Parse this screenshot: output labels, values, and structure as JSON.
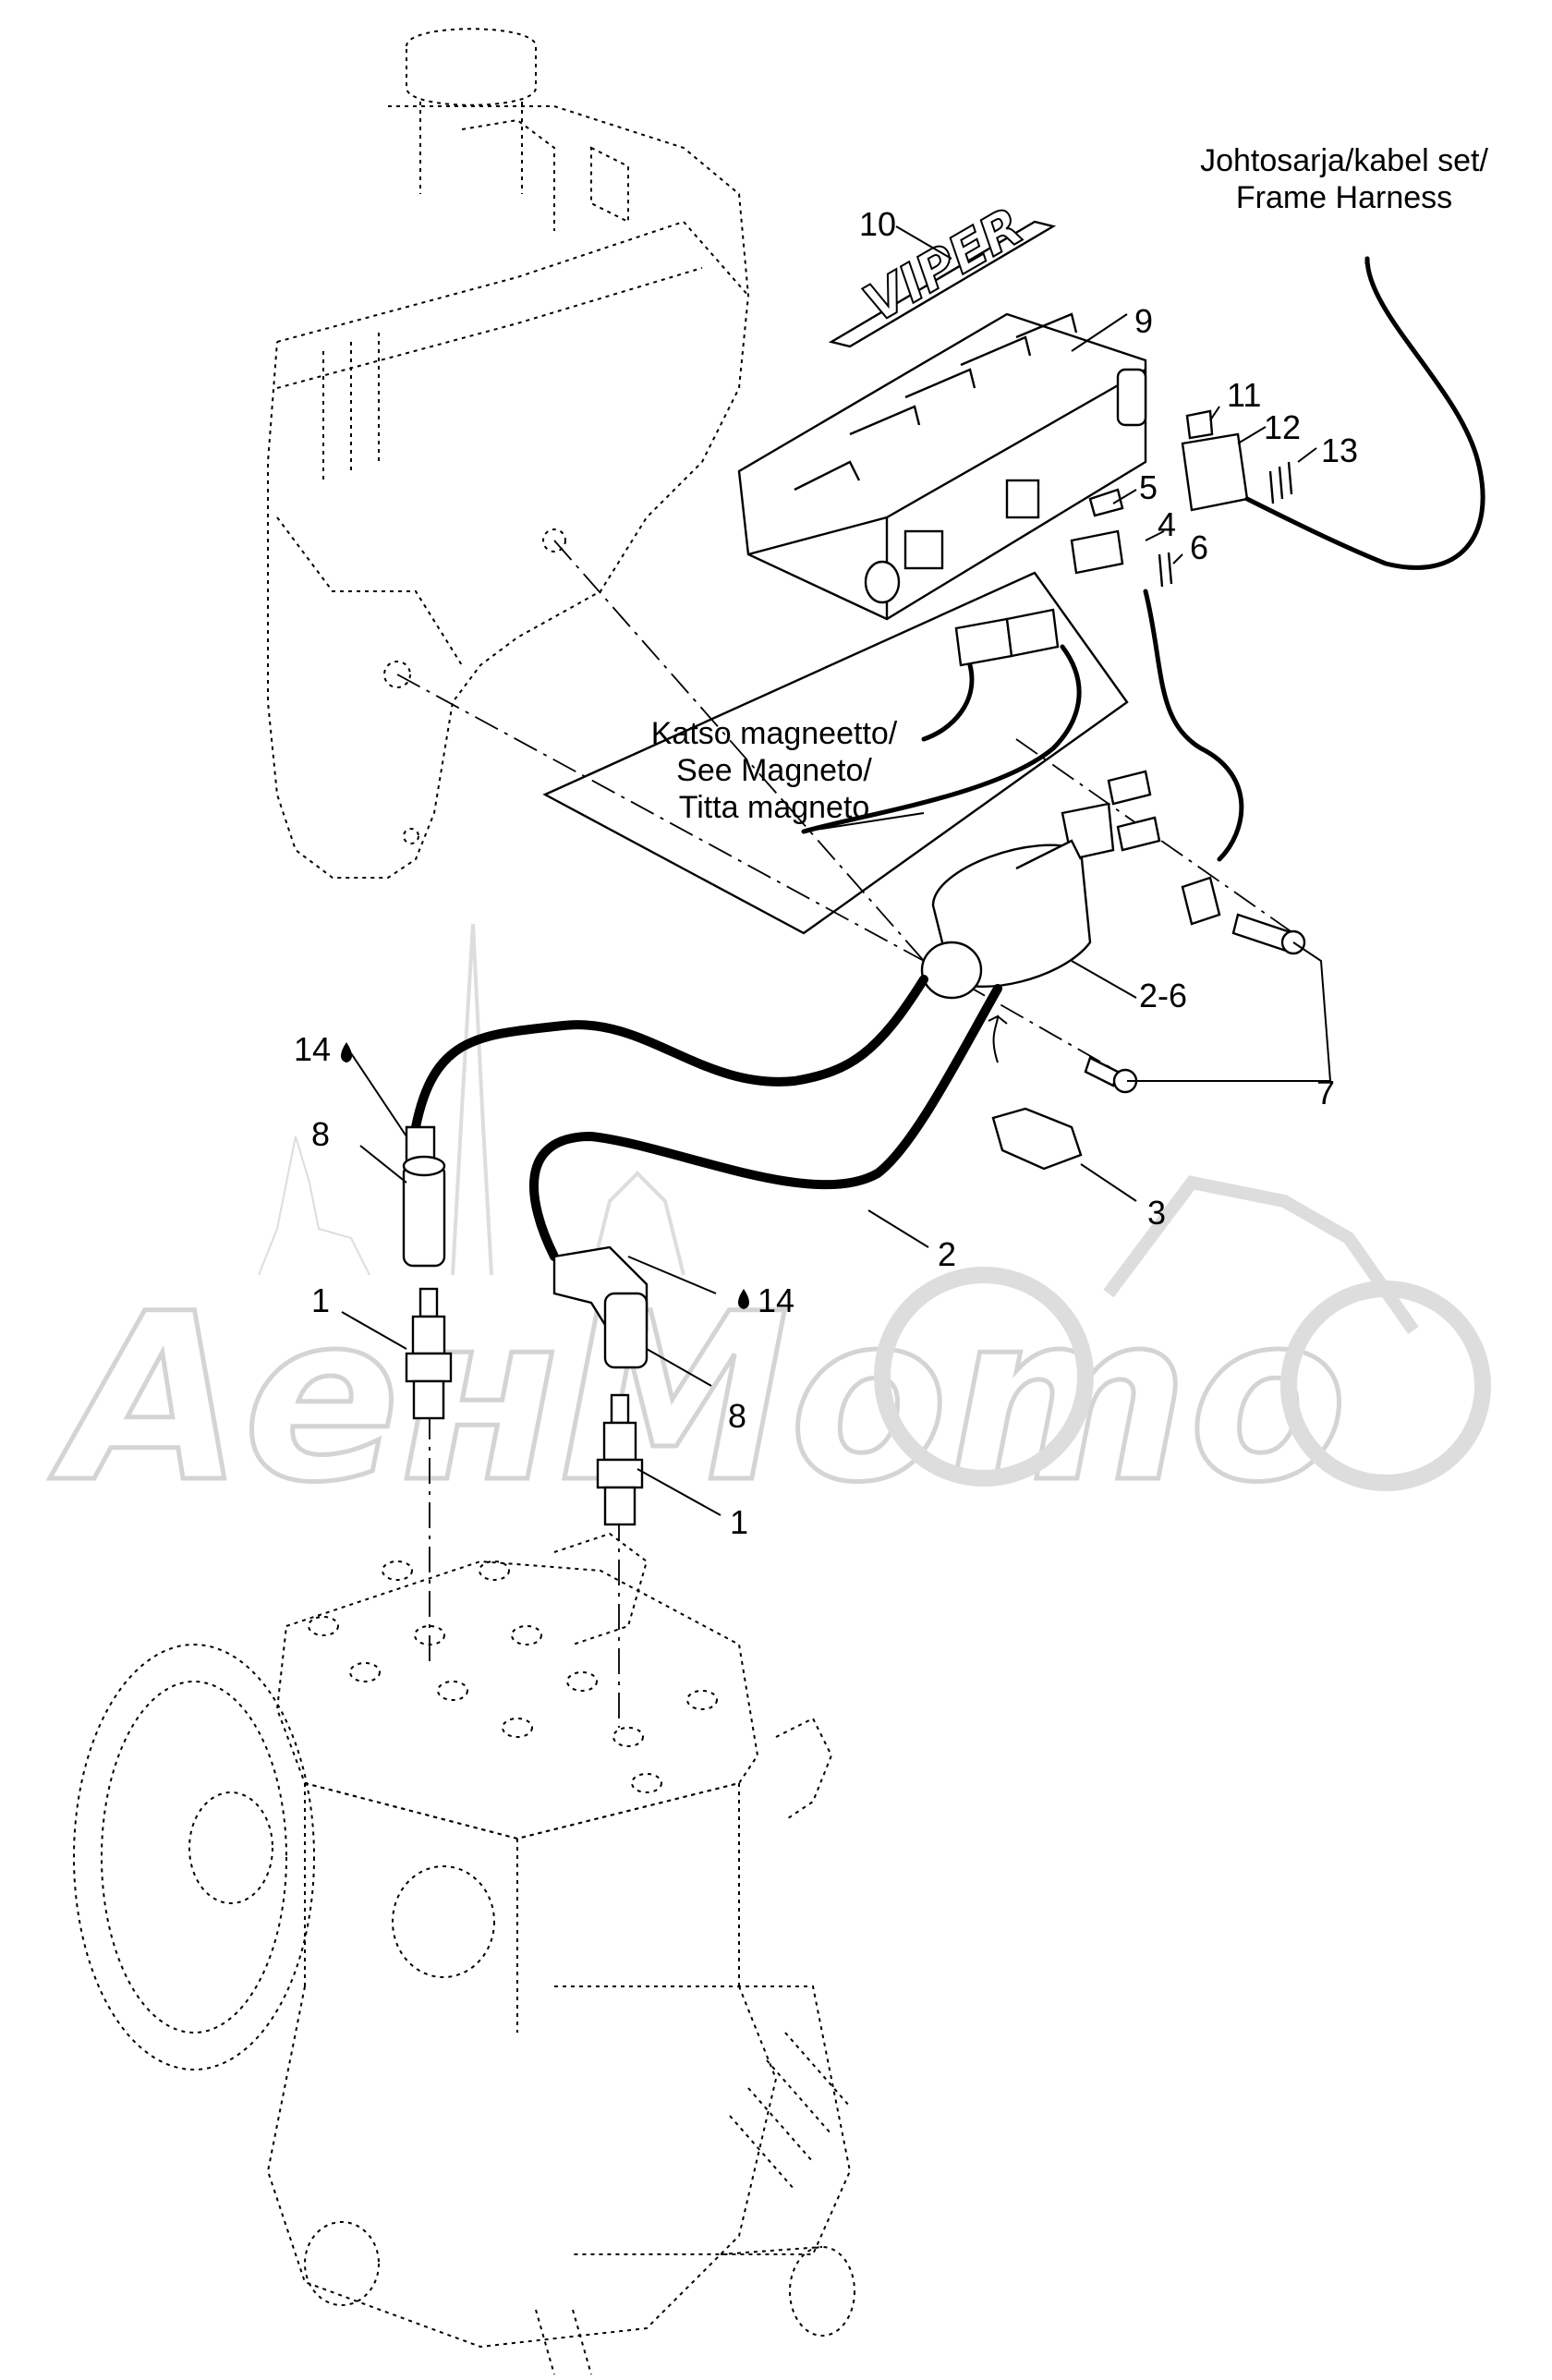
{
  "watermark": {
    "text": "AeнMomo"
  },
  "decal": {
    "text": "VIPER"
  },
  "notes": {
    "harness": [
      "Johtosarja/kabel set/",
      "Frame Harness"
    ],
    "magneto": [
      "Katso magneetto/",
      "See Magneto/",
      "Titta magneto"
    ]
  },
  "callouts": {
    "c10": "10",
    "c9": "9",
    "c11": "11",
    "c12": "12",
    "c13": "13",
    "c5": "5",
    "c4": "4",
    "c6": "6",
    "c2_6": "2-6",
    "c7": "7",
    "c3": "3",
    "c2": "2",
    "c14a": "14",
    "c14b": "14",
    "c8a": "8",
    "c8b": "8",
    "c1a": "1",
    "c1b": "1"
  }
}
